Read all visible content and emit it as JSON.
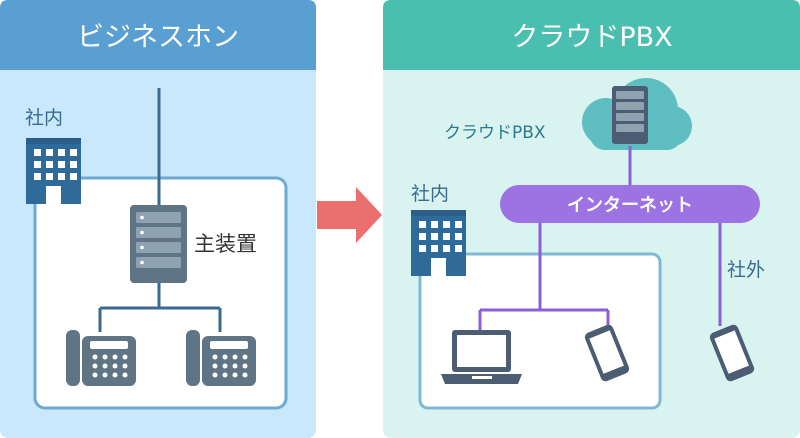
{
  "left_panel": {
    "title": "ビジネスホン",
    "office_label": "社内",
    "equipment_label": "主装置",
    "colors": {
      "header": "#5a9fd2",
      "body": "#c9e8fb",
      "frame": "#6ea9d2",
      "line": "#3b6a91",
      "device": "#5f7585"
    }
  },
  "arrow": {
    "color": "#ec6f6f"
  },
  "right_panel": {
    "title": "クラウドPBX",
    "cloud_label": "クラウドPBX",
    "office_label": "社内",
    "internet_label": "インターネット",
    "outside_label": "社外",
    "colors": {
      "header": "#4bbfaf",
      "body": "#d8f3f0",
      "frame": "#80b8d6",
      "line": "#8b5fd6",
      "pill": "#9d72e2",
      "cloud": "#5fbec2",
      "device": "#4c5d73"
    }
  },
  "icons": {
    "office_building": "building-icon",
    "main_unit": "server-rack-icon",
    "phone": "desk-phone-icon",
    "cloud": "cloud-server-icon",
    "laptop": "laptop-icon",
    "smartphone": "smartphone-icon"
  }
}
